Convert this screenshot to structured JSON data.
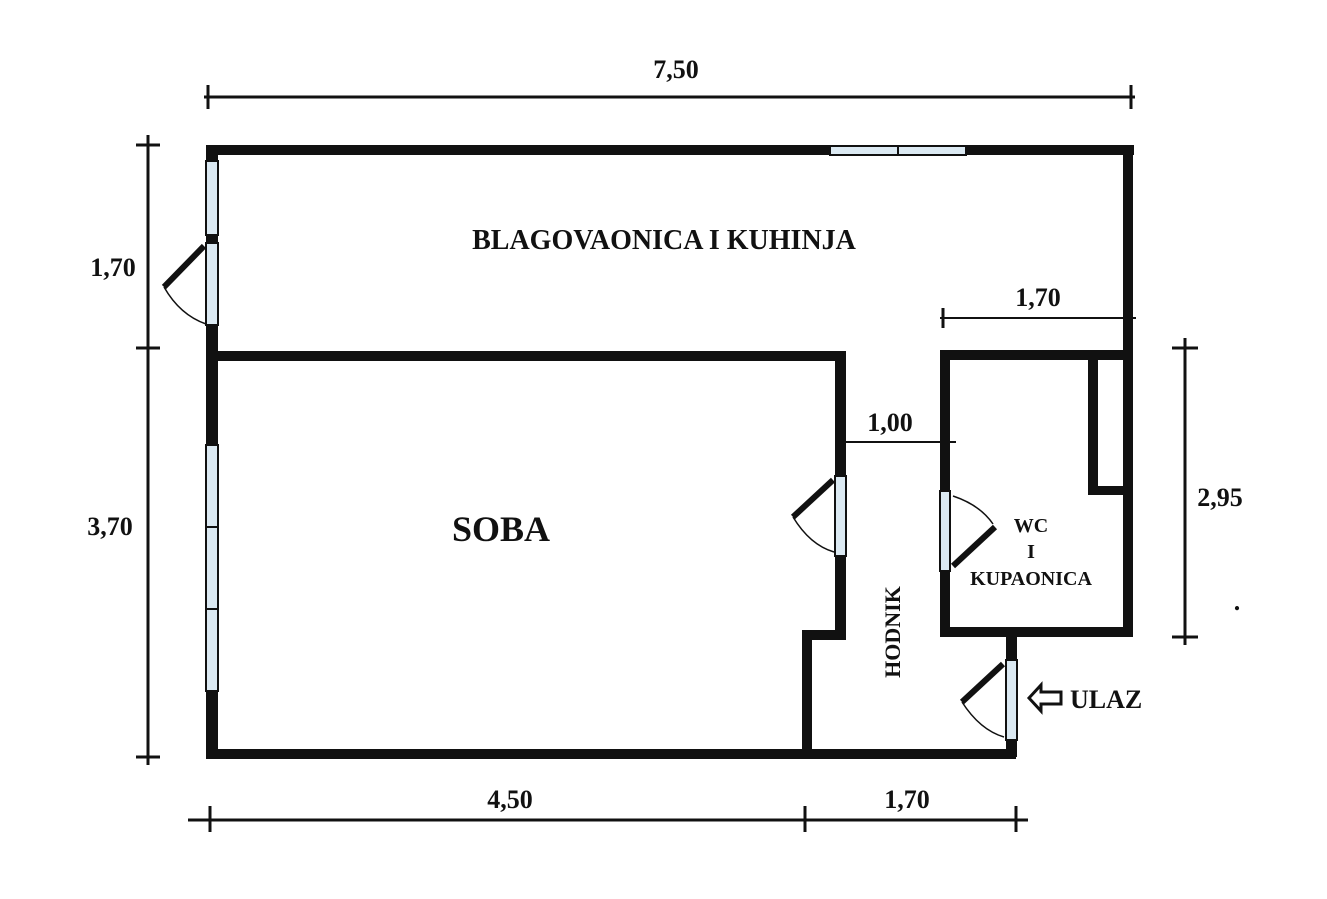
{
  "dimensions": {
    "total_width": "7,50",
    "kitchen_depth": "1,70",
    "room_depth": "3,70",
    "room_width": "4,50",
    "hall_width": "1,70",
    "bath_width": "1,70",
    "bath_depth": "2,95",
    "hall_passage": "1,00"
  },
  "rooms": {
    "kitchen": "BLAGOVAONICA I KUHINJA",
    "room": "SOBA",
    "hall": "HODNIK",
    "bath_line1": "WC",
    "bath_line2": "I",
    "bath_line3": "KUPAONICA"
  },
  "entrance": {
    "label": "ULAZ",
    "icon": "arrow-left-outline-icon"
  },
  "stray_mark": "."
}
